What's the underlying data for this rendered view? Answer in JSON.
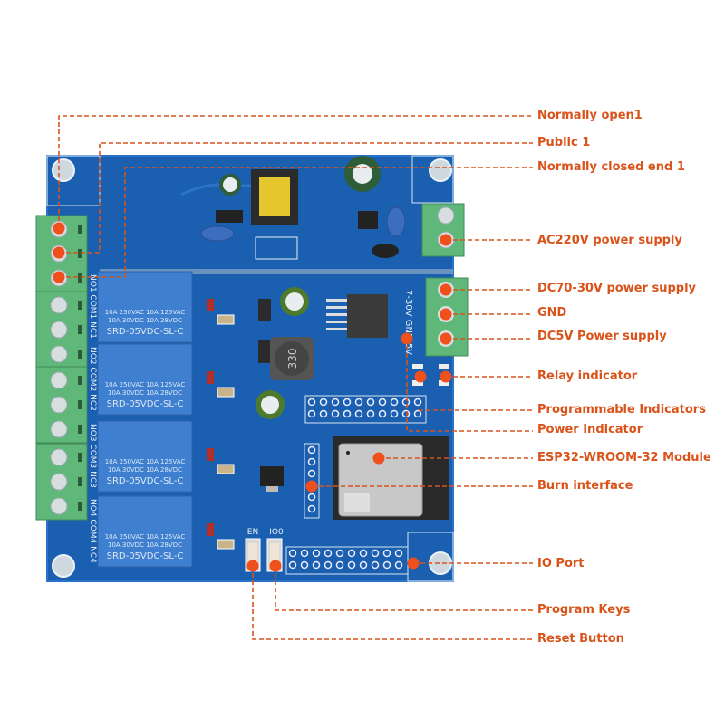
{
  "callouts": [
    {
      "id": "normally-open-1",
      "label": "Normally  open1"
    },
    {
      "id": "public-1",
      "label": "Public 1"
    },
    {
      "id": "normally-closed-1",
      "label": "Normally closed end 1"
    },
    {
      "id": "ac220v",
      "label": "AC220V power supply"
    },
    {
      "id": "dc7-30v",
      "label": "DC70-30V power supply"
    },
    {
      "id": "gnd",
      "label": "GND"
    },
    {
      "id": "dc5v",
      "label": "DC5V Power supply"
    },
    {
      "id": "relay-indicator",
      "label": "Relay indicator"
    },
    {
      "id": "programmable-indicators",
      "label": "Programmable Indicators"
    },
    {
      "id": "power-indicator",
      "label": "Power Indicator"
    },
    {
      "id": "esp32-module",
      "label": "ESP32-WROOM-32 Module"
    },
    {
      "id": "burn-interface",
      "label": "Burn interface"
    },
    {
      "id": "io-port",
      "label": "IO Port"
    },
    {
      "id": "program-keys",
      "label": "Program Keys"
    },
    {
      "id": "reset-button",
      "label": "Reset Button"
    }
  ],
  "board": {
    "relay_text_line1": "10A 250VAC  10A 125VAC",
    "relay_text_line2": "10A  30VDC  10A  28VDC",
    "relay_model": "SRD-05VDC-SL-C",
    "relay_terminals": [
      "NO1 COM1 NC1",
      "NO2 COM2 NC2",
      "NO3 COM3 NC3",
      "NO4 COM4 NC4"
    ],
    "power_terminal_label": "7-30V GND 5V",
    "inductor_label": "330",
    "button_labels": [
      "EN",
      "IO0"
    ]
  },
  "colors": {
    "accent": "#d9531a",
    "pcb": "#1a5fb4",
    "terminal": "#5fb87a",
    "relay": "#3f7fcf"
  }
}
